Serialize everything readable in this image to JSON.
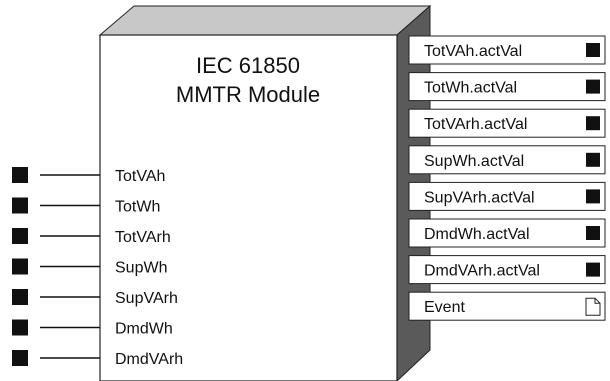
{
  "module": {
    "title_line1": "IEC 61850",
    "title_line2": "MMTR Module"
  },
  "inputs": [
    {
      "label": "TotVAh"
    },
    {
      "label": "TotWh"
    },
    {
      "label": "TotVArh"
    },
    {
      "label": "SupWh"
    },
    {
      "label": "SupVArh"
    },
    {
      "label": "DmdWh"
    },
    {
      "label": "DmdVArh"
    }
  ],
  "outputs": [
    {
      "label": "TotVAh.actVal",
      "icon": "filled-square-icon"
    },
    {
      "label": "TotWh.actVal",
      "icon": "filled-square-icon"
    },
    {
      "label": "TotVArh.actVal",
      "icon": "filled-square-icon"
    },
    {
      "label": "SupWh.actVal",
      "icon": "filled-square-icon"
    },
    {
      "label": "SupVArh.actVal",
      "icon": "filled-square-icon"
    },
    {
      "label": "DmdWh.actVal",
      "icon": "filled-square-icon"
    },
    {
      "label": "DmdVArh.actVal",
      "icon": "filled-square-icon"
    },
    {
      "label": "Event",
      "icon": "document-icon"
    }
  ],
  "colors": {
    "box_front": "#ffffff",
    "box_top": "#c8c8c8",
    "box_side": "#5a5a5a",
    "outline": "#222222",
    "register_fill": "#ffffff",
    "terminal": "#111111"
  }
}
